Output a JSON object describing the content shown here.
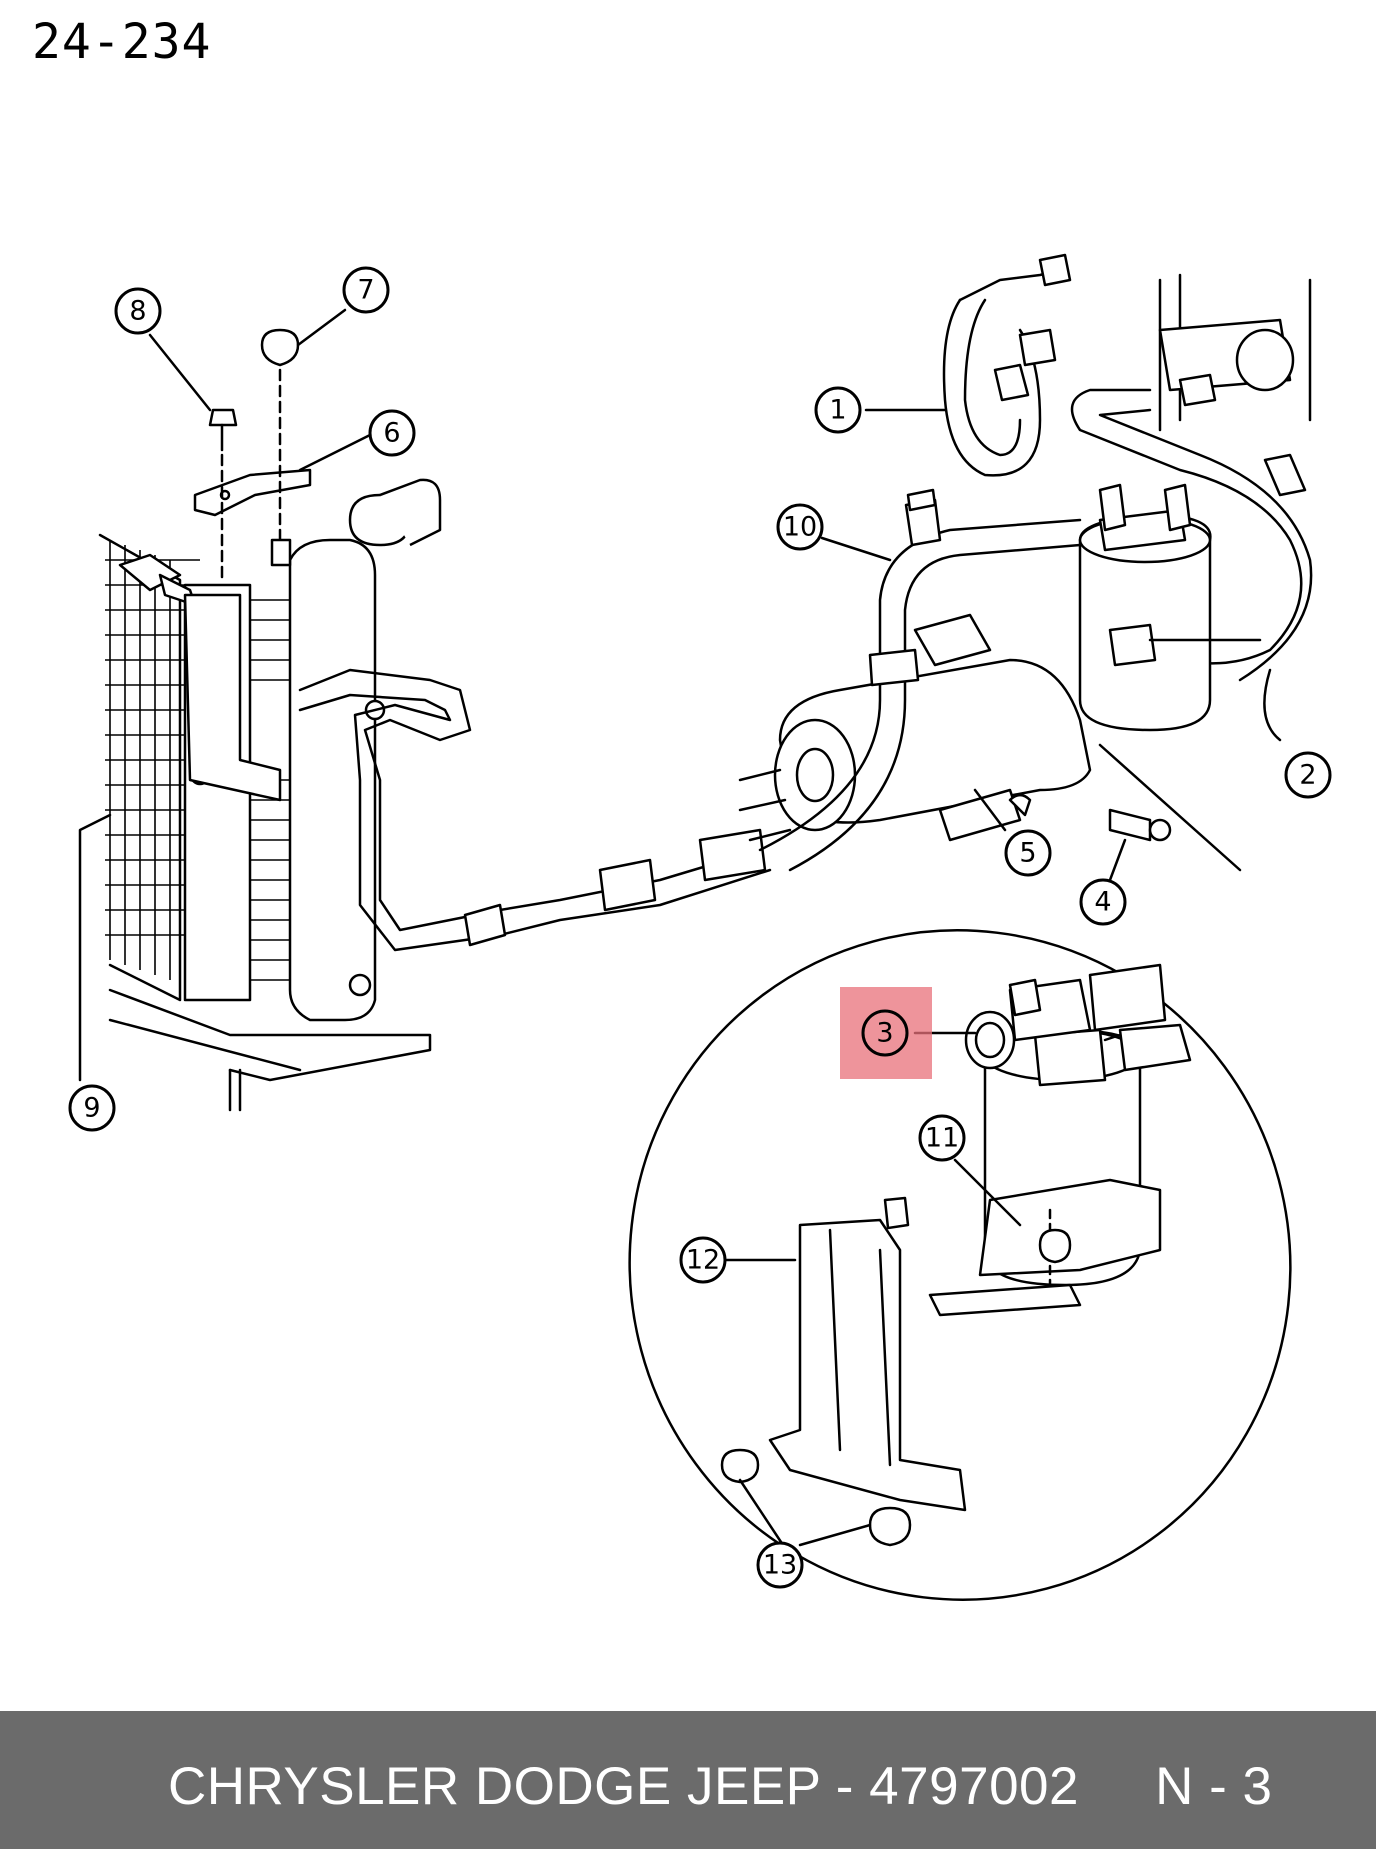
{
  "page_code": "24-234",
  "footer": {
    "text": "CHRYSLER DODGE JEEP - 4797002     N - 3",
    "background": "#6b6b6b"
  },
  "highlight_color": "#e8707a",
  "callouts": [
    {
      "id": "1",
      "label": "1"
    },
    {
      "id": "2",
      "label": "2"
    },
    {
      "id": "3",
      "label": "3",
      "highlighted": true
    },
    {
      "id": "4",
      "label": "4"
    },
    {
      "id": "5",
      "label": "5"
    },
    {
      "id": "6",
      "label": "6"
    },
    {
      "id": "7",
      "label": "7"
    },
    {
      "id": "8",
      "label": "8"
    },
    {
      "id": "9",
      "label": "9"
    },
    {
      "id": "10",
      "label": "10"
    },
    {
      "id": "11",
      "label": "11"
    },
    {
      "id": "12",
      "label": "12"
    },
    {
      "id": "13",
      "label": "13"
    }
  ]
}
